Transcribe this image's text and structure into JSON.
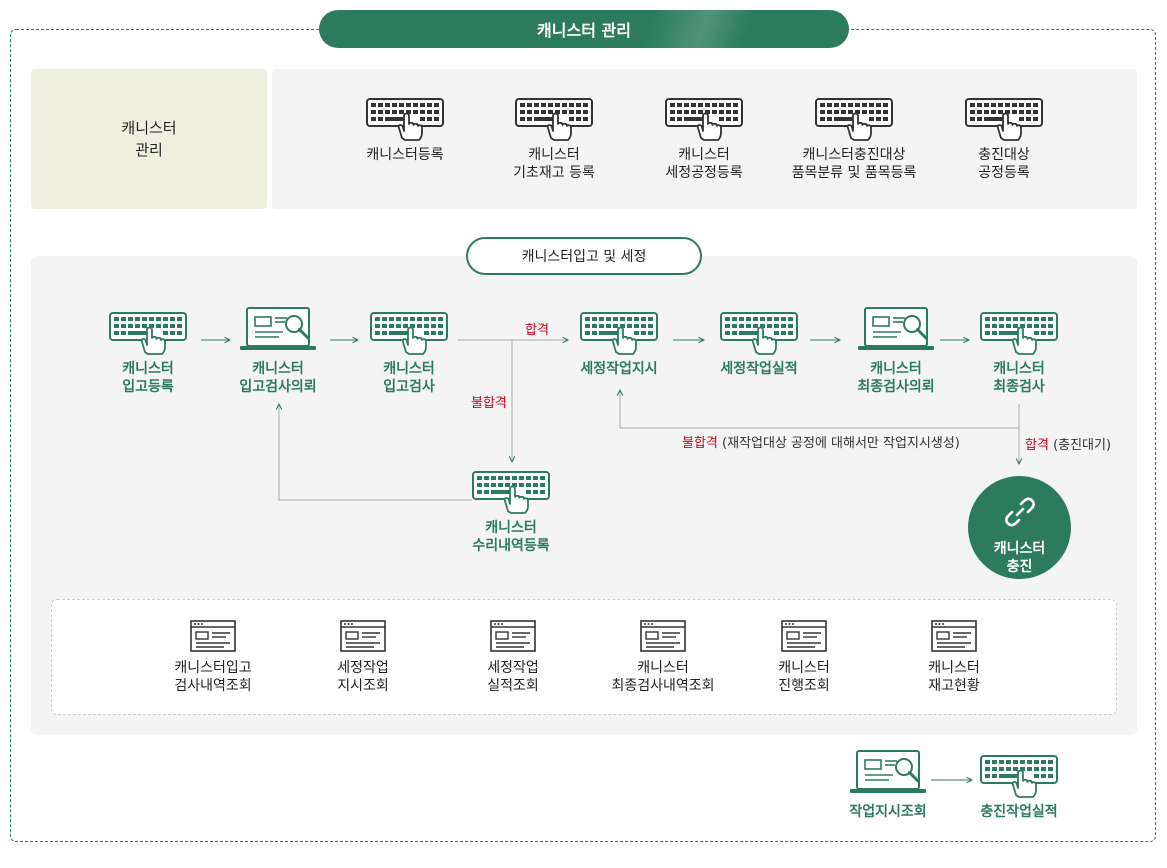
{
  "title": "캐니스터 관리",
  "management": {
    "label": "캐니스터\n관리",
    "items": [
      "캐니스터등록",
      "캐니스터\n기초재고 등록",
      "캐니스터\n세정공정등록",
      "캐니스터충진대상\n품목분류 및 품목등록",
      "충진대상\n공정등록"
    ]
  },
  "section_title": "캐니스터입고 및 세정",
  "flow": {
    "receipt_register": "캐니스터\n입고등록",
    "receipt_inspect_request": "캐니스터\n입고검사의뢰",
    "receipt_inspect": "캐니스터\n입고검사",
    "repair_register": "캐니스터\n수리내역등록",
    "wash_order": "세정작업지시",
    "wash_result": "세정작업실적",
    "final_inspect_request": "캐니스터\n최종검사의뢰",
    "final_inspect": "캐니스터\n최종검사",
    "fill": "캐니스터\n충진"
  },
  "statuses": {
    "pass": "합격",
    "fail": "불합격",
    "fail_note": "(재작업대상 공정에 대해서만 작업지시생성)",
    "pass_note": "(충진대기)"
  },
  "inquiries": [
    "캐니스터입고\n검사내역조회",
    "세정작업\n지시조회",
    "세정작업\n실적조회",
    "캐니스터\n최종검사내역조회",
    "캐니스터\n진행조회",
    "캐니스터\n재고현황"
  ],
  "bottom": {
    "order_inquiry": "작업지시조회",
    "fill_result": "충진작업실적"
  },
  "colors": {
    "accent": "#2d7b5f",
    "fail_red": "#d0021b"
  },
  "icons": {
    "keyboard": "keyboard-hand-icon",
    "laptop": "laptop-search-icon",
    "window": "window-doc-icon",
    "link": "link-icon"
  }
}
